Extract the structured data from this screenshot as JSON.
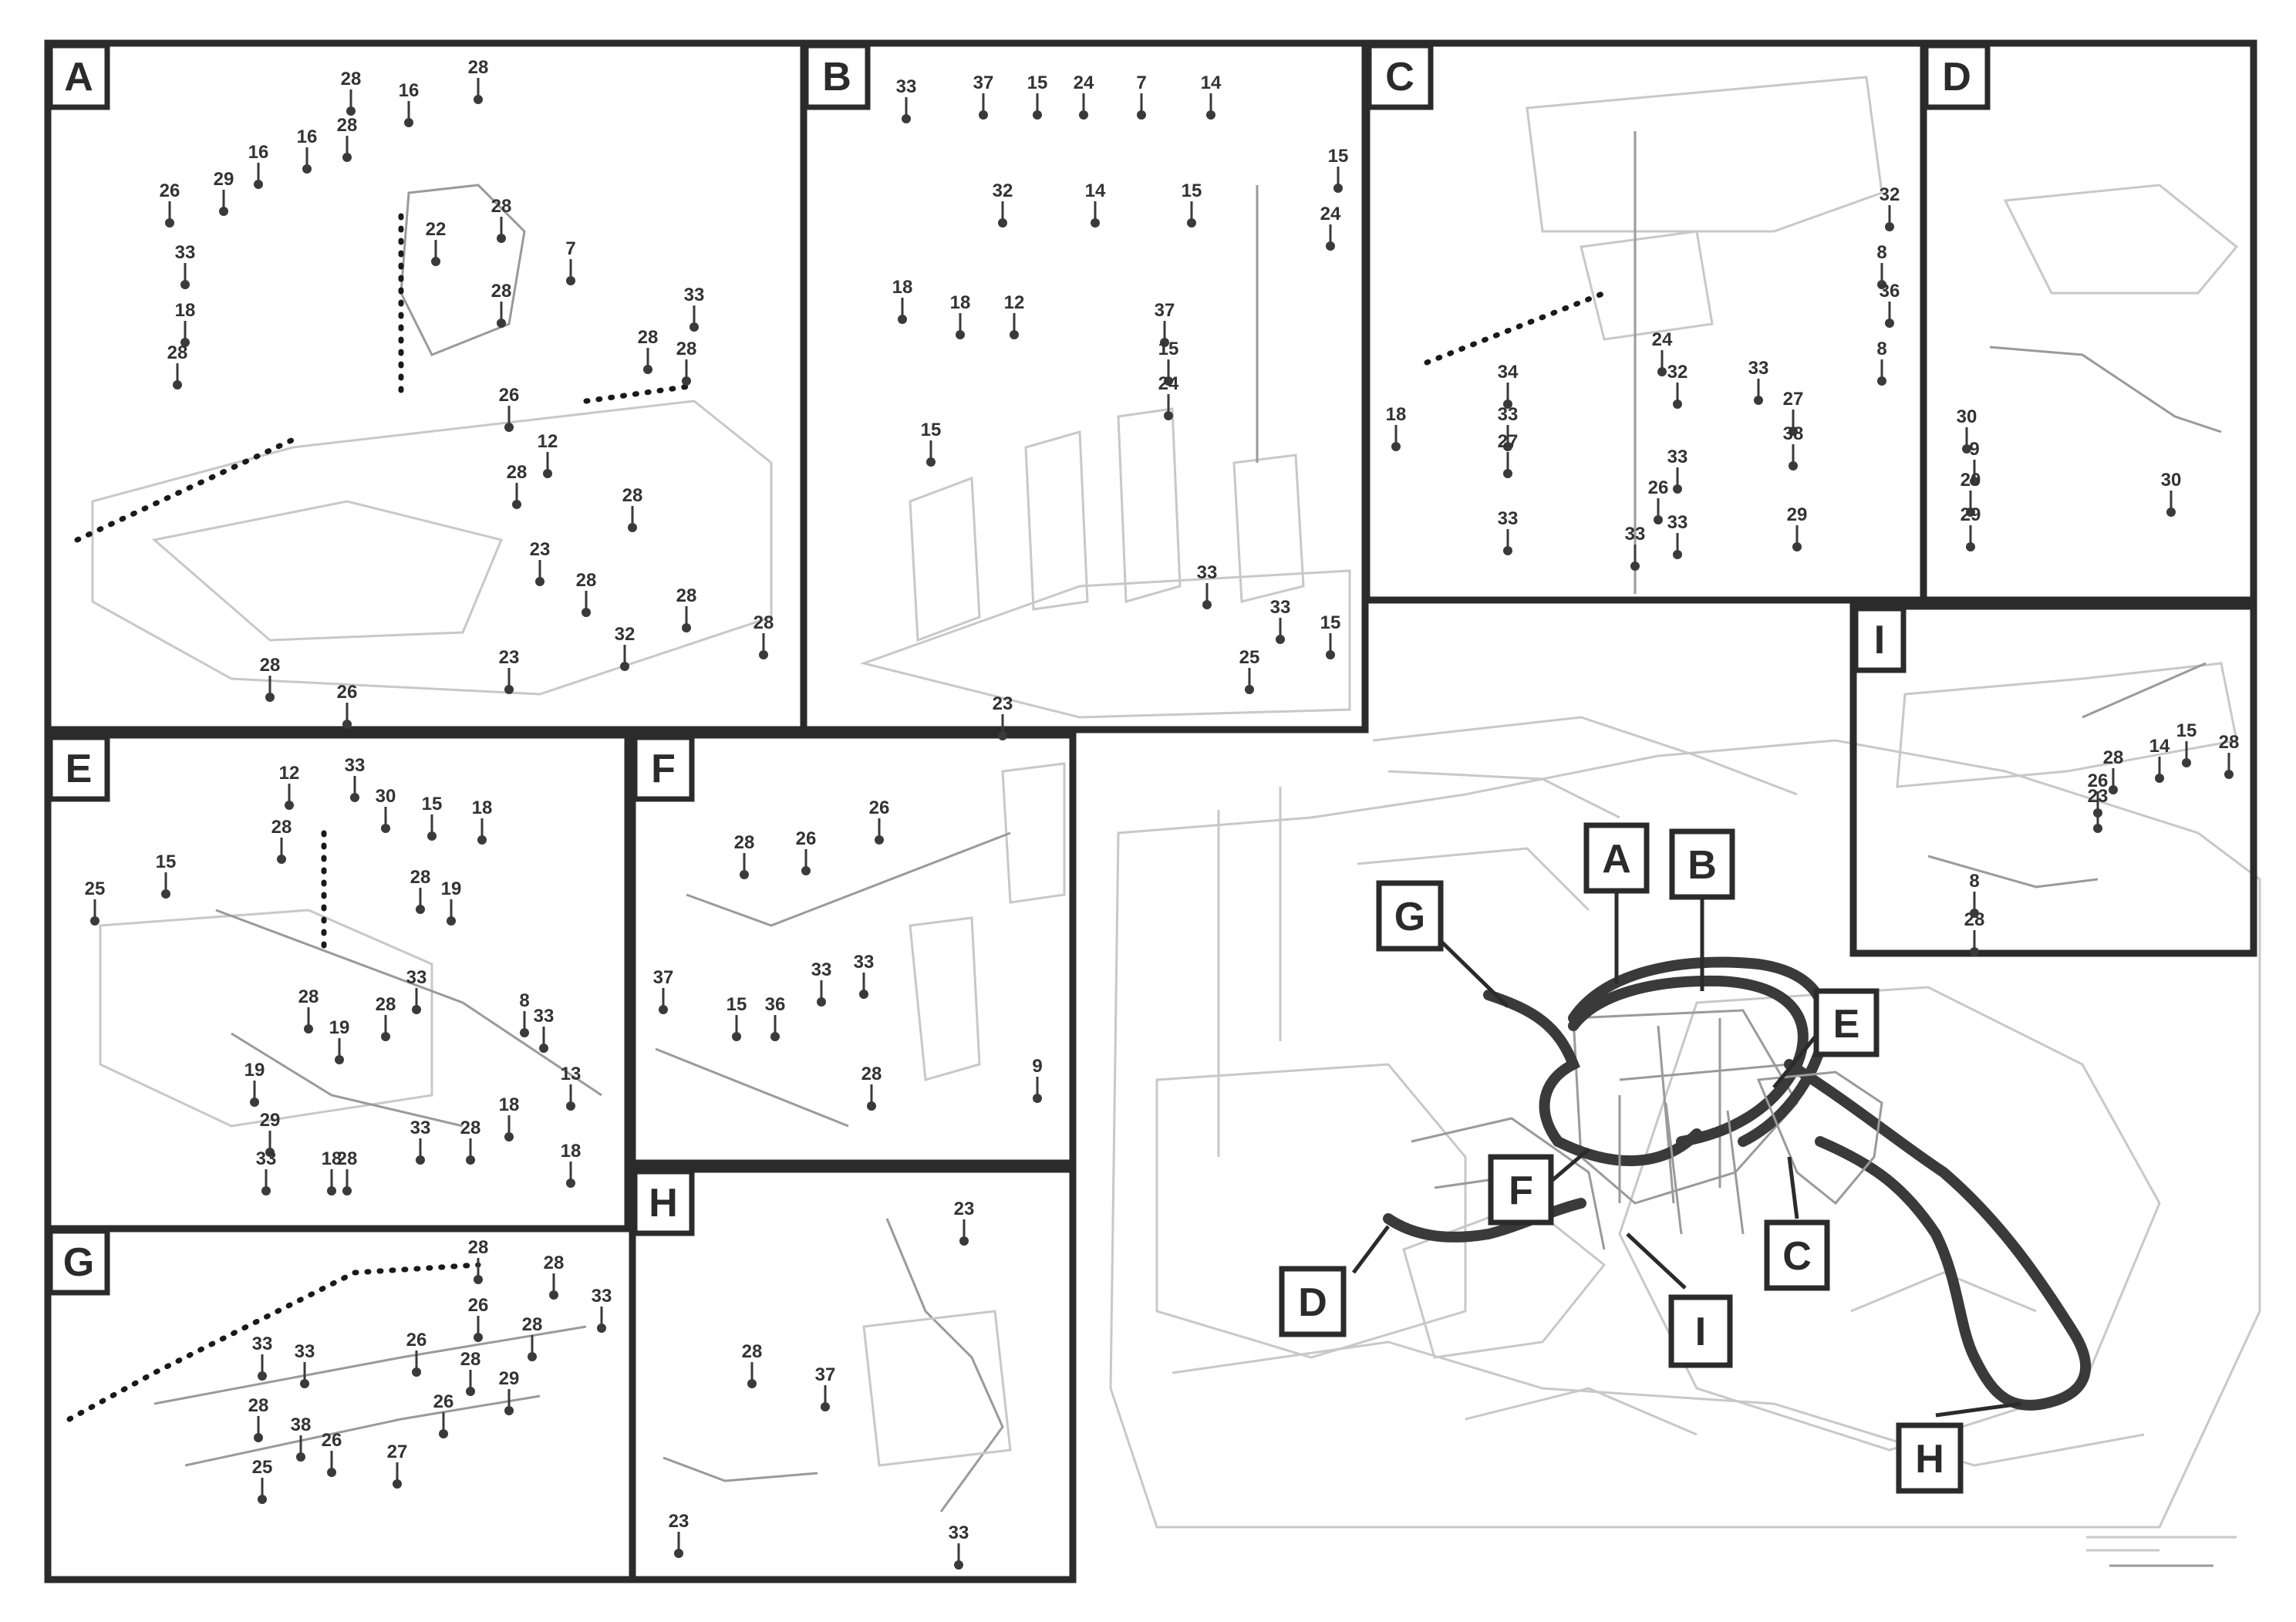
{
  "panels": [
    {
      "letter": "A"
    },
    {
      "letter": "B"
    },
    {
      "letter": "C"
    },
    {
      "letter": "D"
    },
    {
      "letter": "E"
    },
    {
      "letter": "F"
    },
    {
      "letter": "G"
    },
    {
      "letter": "H"
    },
    {
      "letter": "I"
    }
  ],
  "overview_labels": [
    {
      "letter": "A"
    },
    {
      "letter": "B"
    },
    {
      "letter": "G"
    },
    {
      "letter": "E"
    },
    {
      "letter": "F"
    },
    {
      "letter": "D"
    },
    {
      "letter": "I"
    },
    {
      "letter": "C"
    },
    {
      "letter": "H"
    }
  ],
  "callouts": {
    "A": [
      "28",
      "16",
      "28",
      "26",
      "29",
      "16",
      "16",
      "28",
      "28",
      "7",
      "28",
      "33",
      "18",
      "28",
      "22",
      "33",
      "28",
      "28",
      "26",
      "12",
      "28",
      "28",
      "23",
      "28",
      "32",
      "23",
      "28",
      "26",
      "28",
      "28"
    ],
    "B": [
      "33",
      "37",
      "15",
      "24",
      "7",
      "14",
      "15",
      "32",
      "14",
      "15",
      "24",
      "37",
      "15",
      "18",
      "18",
      "12",
      "24",
      "15",
      "33",
      "33",
      "15",
      "25",
      "23"
    ],
    "C": [
      "32",
      "8",
      "36",
      "8",
      "24",
      "34",
      "32",
      "33",
      "18",
      "33",
      "27",
      "27",
      "38",
      "33",
      "26",
      "33",
      "33",
      "29",
      "33"
    ],
    "D": [
      "30",
      "9",
      "20",
      "29",
      "30"
    ],
    "E": [
      "12",
      "33",
      "30",
      "15",
      "18",
      "15",
      "28",
      "25",
      "28",
      "19",
      "33",
      "28",
      "8",
      "33",
      "28",
      "19",
      "13",
      "19",
      "18",
      "33",
      "29",
      "28",
      "28",
      "33",
      "18",
      "18"
    ],
    "F": [
      "28",
      "26",
      "26",
      "37",
      "15",
      "36",
      "33",
      "33",
      "28",
      "9"
    ],
    "G": [
      "28",
      "28",
      "33",
      "26",
      "28",
      "26",
      "28",
      "29",
      "33",
      "33",
      "26",
      "28",
      "38",
      "26",
      "27",
      "25"
    ],
    "H": [
      "23",
      "28",
      "37",
      "23",
      "33"
    ],
    "I": [
      "14",
      "15",
      "28",
      "26",
      "28",
      "23",
      "28",
      "8"
    ]
  },
  "reference": {
    "line1": "",
    "line2": "",
    "code": ""
  }
}
